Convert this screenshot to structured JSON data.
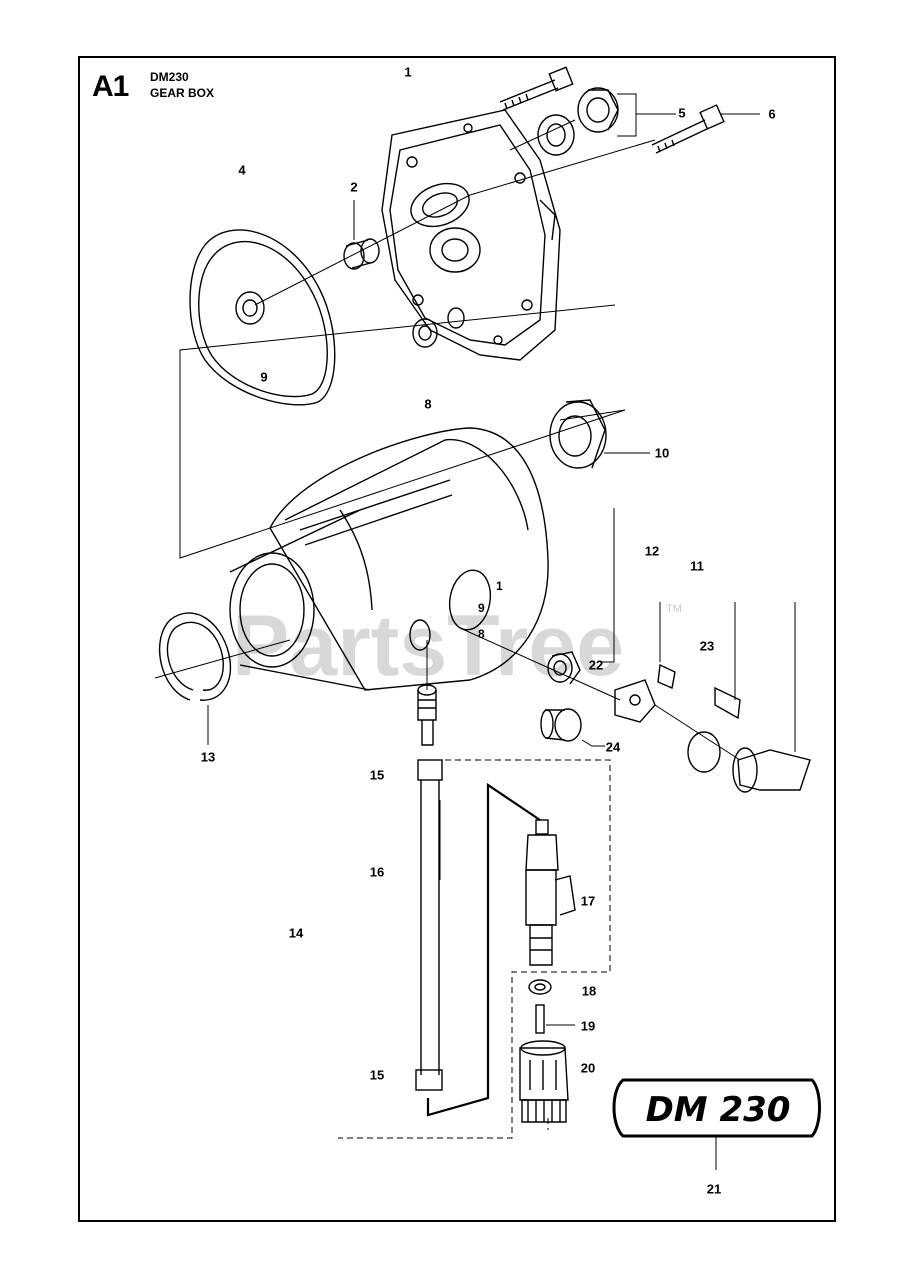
{
  "header": {
    "section": "A1",
    "model": "DM230",
    "title": "GEAR BOX"
  },
  "badge": {
    "text": "DM 230"
  },
  "watermark": {
    "text": "PartsTree",
    "tm": "TM"
  },
  "callouts": [
    {
      "id": "c1",
      "label": "1"
    },
    {
      "id": "c2",
      "label": "2"
    },
    {
      "id": "c4",
      "label": "4"
    },
    {
      "id": "c5",
      "label": "5"
    },
    {
      "id": "c6",
      "label": "6"
    },
    {
      "id": "c8",
      "label": "8"
    },
    {
      "id": "c9",
      "label": "9"
    },
    {
      "id": "c10",
      "label": "10"
    },
    {
      "id": "c11",
      "label": "11"
    },
    {
      "id": "c12",
      "label": "12"
    },
    {
      "id": "c13",
      "label": "13"
    },
    {
      "id": "c14",
      "label": "14"
    },
    {
      "id": "c15a",
      "label": "15"
    },
    {
      "id": "c15b",
      "label": "15"
    },
    {
      "id": "c16",
      "label": "16"
    },
    {
      "id": "c17",
      "label": "17"
    },
    {
      "id": "c18",
      "label": "18"
    },
    {
      "id": "c19",
      "label": "19"
    },
    {
      "id": "c20",
      "label": "20"
    },
    {
      "id": "c21",
      "label": "21"
    },
    {
      "id": "c22",
      "label": "22"
    },
    {
      "id": "c23",
      "label": "23"
    },
    {
      "id": "c24",
      "label": "24"
    }
  ],
  "housing_marks": [
    "1",
    "9",
    "8"
  ],
  "colors": {
    "ink": "#000000",
    "watermark": "#cfcfcf",
    "shade": "#e6e6e6"
  }
}
